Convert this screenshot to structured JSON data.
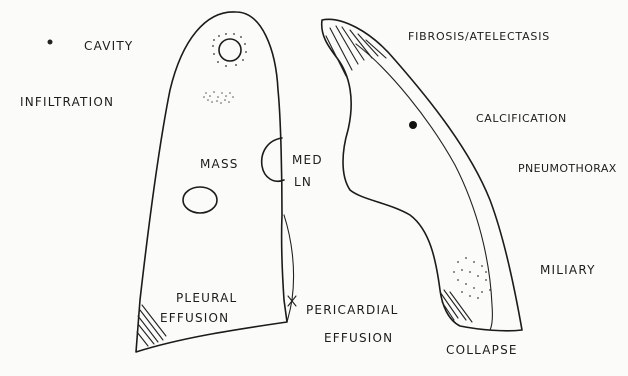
{
  "labels": {
    "cavity": "CAVITY",
    "infiltration": "INFILTRATION",
    "mass": "MASS",
    "med_ln_1": "MED",
    "med_ln_2": "LN",
    "pleural_1": "PLEURAL",
    "pleural_2": "EFFUSION",
    "pericardial_1": "PERICARDIAL",
    "pericardial_2": "EFFUSION",
    "fibrosis": "FIBROSIS/ATELECTASIS",
    "calcification": "CALCIFICATION",
    "pneumothorax": "PNEUMOTHORAX",
    "miliary": "MILIARY",
    "collapse": "COLLAPSE"
  },
  "colors": {
    "ink": "#1b1b1b",
    "paper": "#fbfbfa"
  }
}
